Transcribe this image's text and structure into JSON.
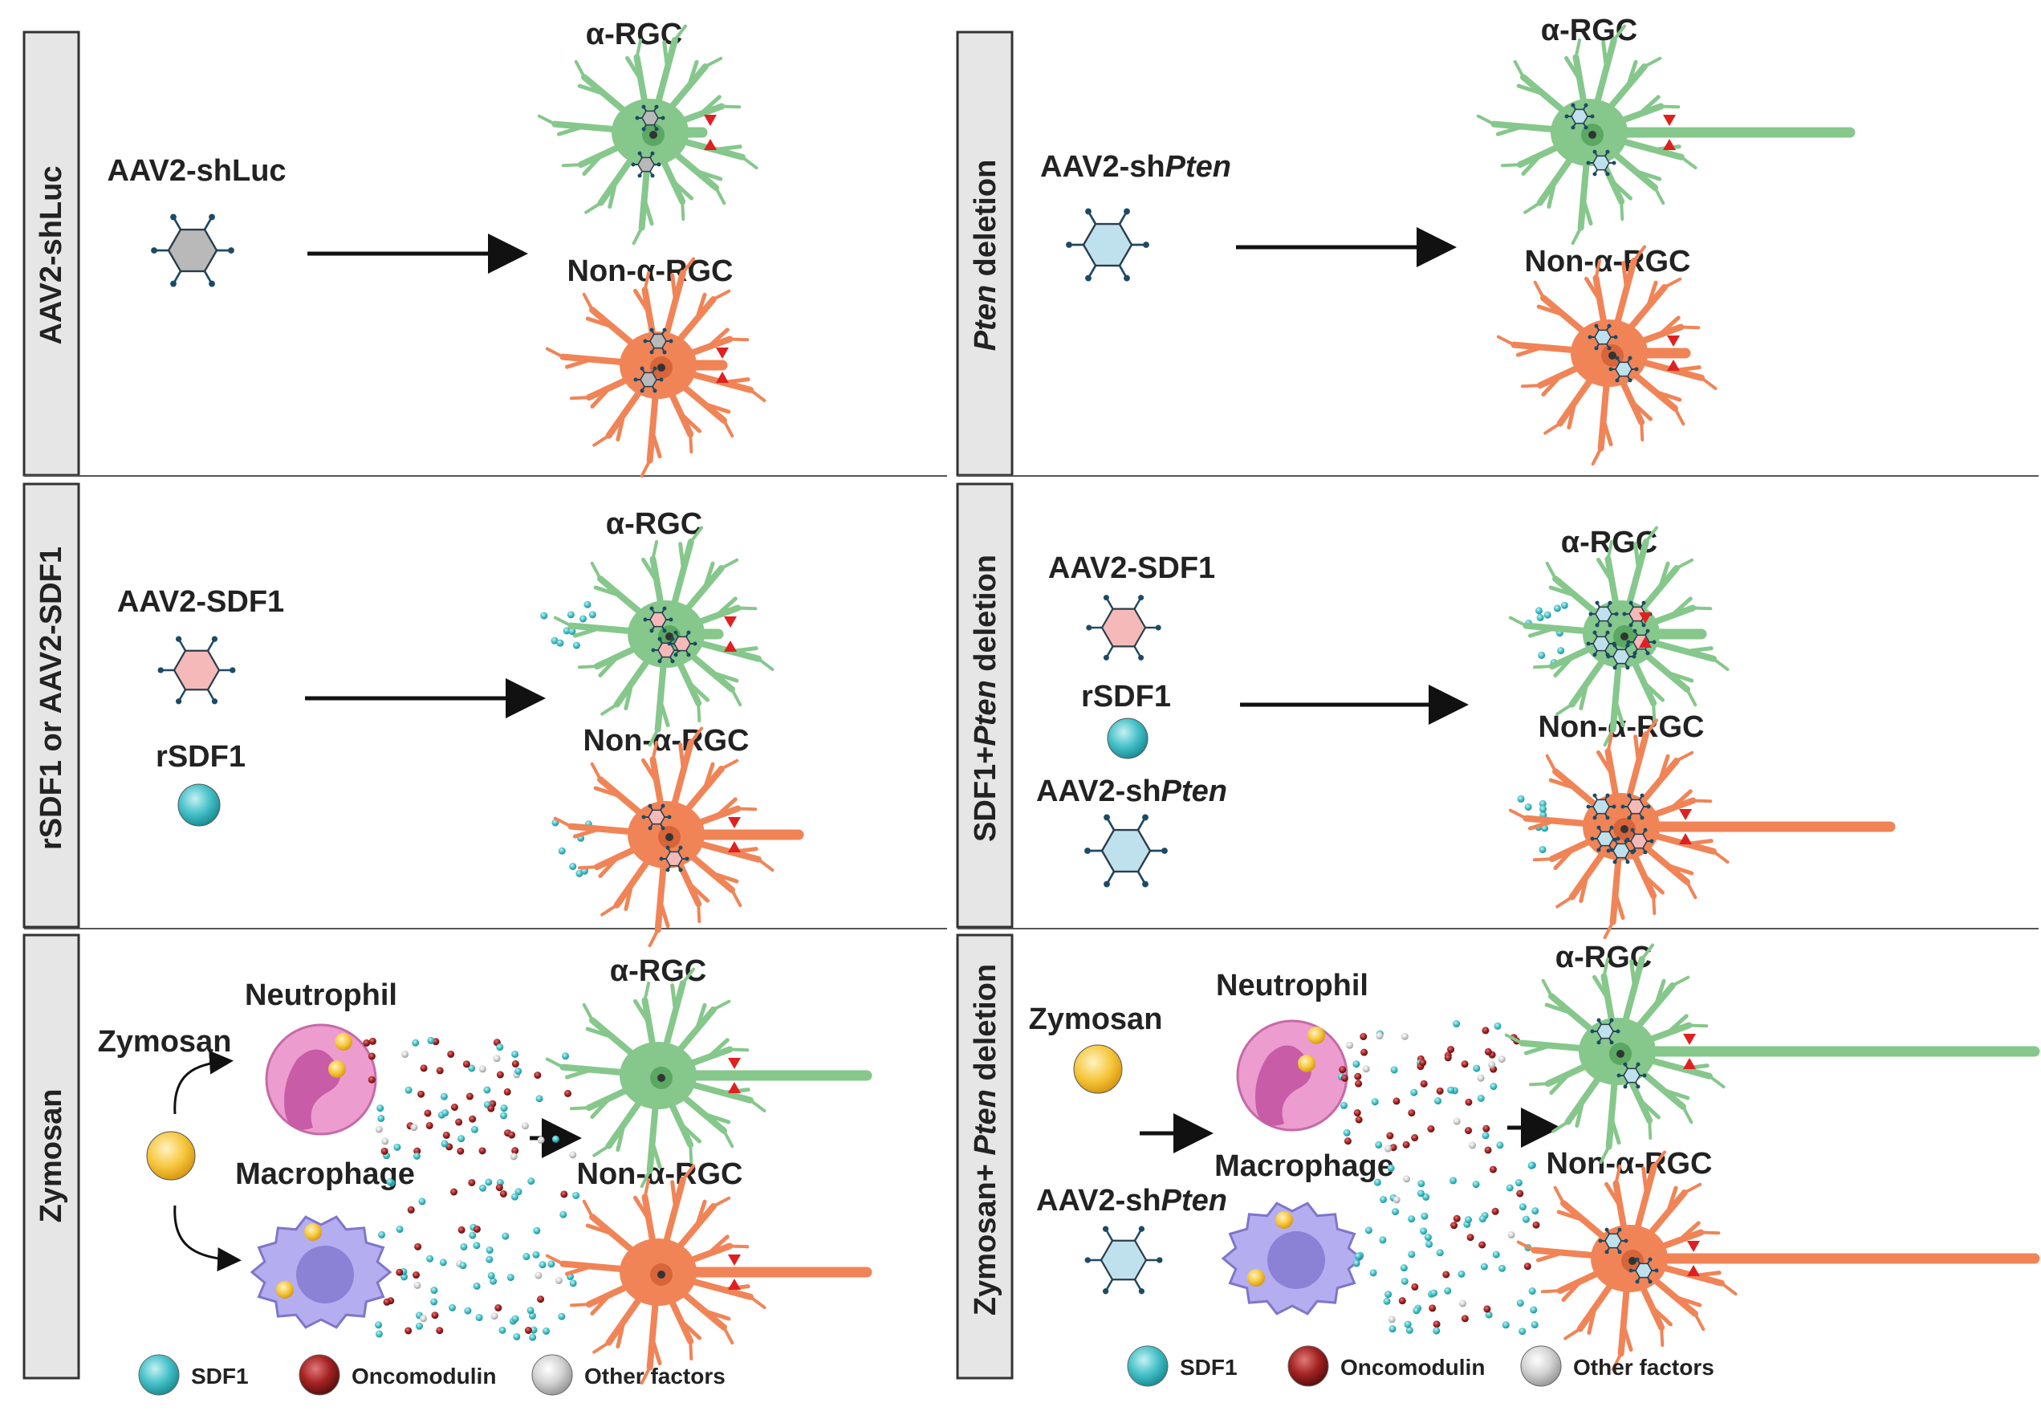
{
  "colors": {
    "alpha_cell": "#86c78c",
    "non_alpha_cell": "#f08457",
    "sdf1": "#49c2c9",
    "oncomodulin": "#8e1c1c",
    "other_factors": "#d0d0d0",
    "zymosan": "#f6c63c",
    "neutrophil": "#ec9ccf",
    "macrophage": "#b4aef0",
    "aav_control": "#b9b9b9",
    "aav_sdf1": "#f5b9b9",
    "aav_shpten": "#bfe1ee",
    "arrowhead": "#e02020",
    "panel_bar": "#e6e6e6"
  },
  "labels": {
    "alpha_rgc": "α-RGC",
    "non_alpha_rgc": "Non-α-RGC",
    "neutrophil": "Neutrophil",
    "macrophage": "Macrophage",
    "zymosan": "Zymosan",
    "rsdf1": "rSDF1",
    "aav2_shluc": "AAV2-shLuc",
    "aav2_sdf1": "AAV2-SDF1",
    "aav2_sh_prefix": "AAV2-sh",
    "pten": "Pten"
  },
  "panels": [
    {
      "id": "shluc",
      "title": "AAV2-shLuc"
    },
    {
      "id": "sdf1",
      "title": "rSDF1 or AAV2-SDF1"
    },
    {
      "id": "zymosan",
      "title": "Zymosan"
    },
    {
      "id": "pten",
      "title_italic": "Pten",
      "title_rest": " deletion"
    },
    {
      "id": "sdf1_pten",
      "title_prefix": "SDF1+",
      "title_italic": "Pten",
      "title_rest": " deletion"
    },
    {
      "id": "zym_pten",
      "title_prefix": "Zymosan+ ",
      "title_italic": "Pten",
      "title_rest": " deletion"
    }
  ],
  "legend": [
    {
      "label": "SDF1",
      "color_key": "sdf1"
    },
    {
      "label": "Oncomodulin",
      "color_key": "oncomodulin"
    },
    {
      "label": "Other factors",
      "color_key": "other_factors"
    }
  ]
}
